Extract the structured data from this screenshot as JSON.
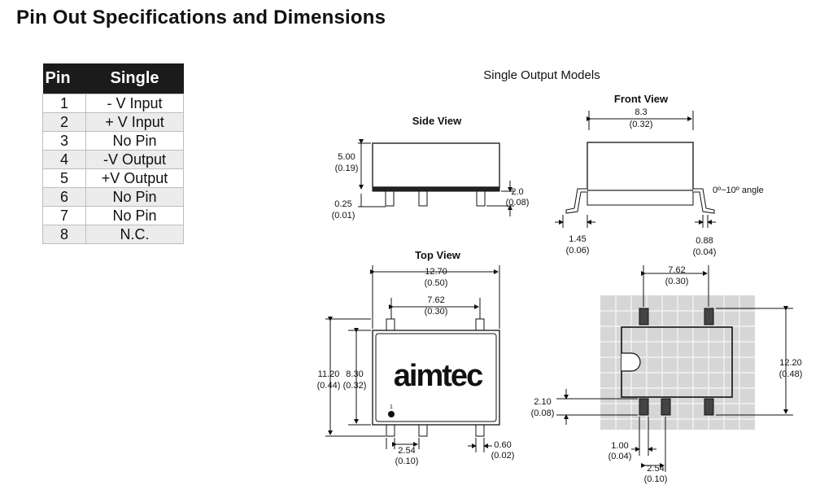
{
  "page": {
    "title": "Pin Out Specifications and Dimensions"
  },
  "pin_table": {
    "headers": [
      "Pin",
      "Single"
    ],
    "rows": [
      [
        "1",
        "- V Input"
      ],
      [
        "2",
        "+ V Input"
      ],
      [
        "3",
        "No Pin"
      ],
      [
        "4",
        "-V Output"
      ],
      [
        "5",
        "+V Output"
      ],
      [
        "6",
        "No Pin"
      ],
      [
        "7",
        "No Pin"
      ],
      [
        "8",
        "N.C."
      ]
    ]
  },
  "drawings": {
    "heading": "Single Output Models",
    "side_view": {
      "label": "Side View",
      "height": "5.00",
      "height_in": "(0.19)",
      "standoff": "0.25",
      "standoff_in": "(0.01)",
      "pin_len": "2.0",
      "pin_len_in": "(0.08)"
    },
    "front_view": {
      "label": "Front View",
      "width": "8.3",
      "width_in": "(0.32)",
      "angle": "0º~10º angle",
      "lead_len": "1.45",
      "lead_len_in": "(0.06)",
      "lead_thk": "0.88",
      "lead_thk_in": "(0.04)"
    },
    "top_view": {
      "label": "Top View",
      "logo": "aimtec",
      "pin1_marker": "1",
      "length": "12.70",
      "length_in": "(0.50)",
      "pin_span": "7.62",
      "pin_span_in": "(0.30)",
      "overall_h": "11.20",
      "overall_h_in": "(0.44)",
      "body_h": "8.30",
      "body_h_in": "(0.32)",
      "pitch": "2.54",
      "pitch_in": "(0.10)",
      "pin_w": "0.60",
      "pin_w_in": "(0.02)"
    },
    "footprint": {
      "span": "7.62",
      "span_in": "(0.30)",
      "height": "12.20",
      "height_in": "(0.48)",
      "pad_len": "2.10",
      "pad_len_in": "(0.08)",
      "pad_w": "1.00",
      "pad_w_in": "(0.04)",
      "pitch": "2.54",
      "pitch_in": "(0.10)"
    }
  }
}
